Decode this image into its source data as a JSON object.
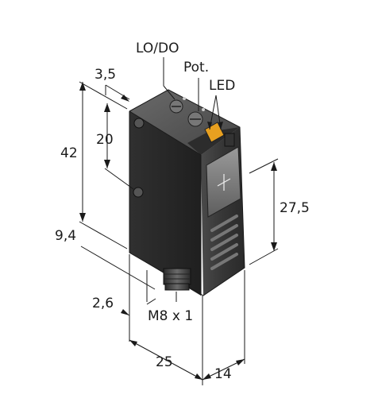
{
  "labels": {
    "lo_do": "LO/DO",
    "pot": "Pot.",
    "led": "LED",
    "dim_3_5": "3,5",
    "dim_20": "20",
    "dim_42": "42",
    "dim_27_5": "27,5",
    "dim_9_4": "9,4",
    "dim_2_6": "2,6",
    "dim_m8": "M8 x 1",
    "dim_25": "25",
    "dim_14": "14"
  },
  "colors": {
    "body_dark": "#2a2a2a",
    "body_mid": "#3d3d3d",
    "body_light": "#5a5a5a",
    "led_orange": "#e8a020",
    "line": "#1a1a1a"
  }
}
